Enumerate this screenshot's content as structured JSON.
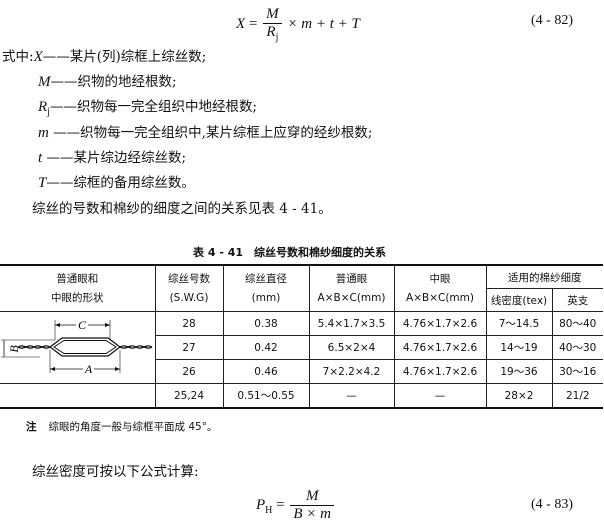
{
  "formula1": {
    "lhs": "X",
    "eq": "=",
    "num": "M",
    "den": "R",
    "den_sub": "j",
    "rest": "× m + t + T",
    "number": "(4 - 82)"
  },
  "definitions": {
    "intro": "式中:",
    "items": [
      {
        "sym": "X",
        "dash": "——",
        "text": "某片(列)综框上综丝数;"
      },
      {
        "sym": "M",
        "dash": "——",
        "text": "织物的地经根数;"
      },
      {
        "sym": "R",
        "sub": "j",
        "dash": "——",
        "text": "织物每一完全组织中地经根数;"
      },
      {
        "sym": "m",
        "dash": " ——",
        "text": "织物每一完全组织中,某片综框上应穿的经纱根数;"
      },
      {
        "sym": "t",
        "dash": " ——",
        "text": "某片综边经综丝数;"
      },
      {
        "sym": "T",
        "dash": "——",
        "text": "综框的备用综丝数。"
      }
    ]
  },
  "para1": "综丝的号数和棉纱的细度之间的关系见表 4 - 41。",
  "table": {
    "caption": "表 4 - 41　综丝号数和棉纱细度的关系",
    "headers": {
      "eye_shape": [
        "普通眼和",
        "中眼的形状"
      ],
      "gauge": [
        "综丝号数",
        "(S.W.G)"
      ],
      "diameter": [
        "综丝直径",
        "(mm)"
      ],
      "normal_eye": [
        "普通眼",
        "A×B×C(mm)"
      ],
      "mid_eye": [
        "中眼",
        "A×B×C(mm)"
      ],
      "fitting": "适用的棉纱细度",
      "linear_density": "线密度(tex)",
      "english_count": "英支"
    },
    "diagram_labels": {
      "c": "C",
      "b": "B",
      "a": "A"
    },
    "rows": [
      {
        "gauge": "28",
        "diameter": "0.38",
        "normal": "5.4×1.7×3.5",
        "mid": "4.76×1.7×2.6",
        "tex": "7～14.5",
        "count": "80～40"
      },
      {
        "gauge": "27",
        "diameter": "0.42",
        "normal": "6.5×2×4",
        "mid": "4.76×1.7×2.6",
        "tex": "14～19",
        "count": "40～30"
      },
      {
        "gauge": "26",
        "diameter": "0.46",
        "normal": "7×2.2×4.2",
        "mid": "4.76×1.7×2.6",
        "tex": "19～36",
        "count": "30～16"
      },
      {
        "gauge": "25,24",
        "diameter": "0.51～0.55",
        "normal": "—",
        "mid": "—",
        "tex": "28×2",
        "count": "21/2"
      }
    ]
  },
  "note": {
    "label": "注",
    "text": "综眼的角度一般与综框平面成 45°。"
  },
  "para2": "综丝密度可按以下公式计算:",
  "formula2": {
    "lhs": "P",
    "lhs_sub": "H",
    "eq": "=",
    "num": "M",
    "den": "B × m",
    "number": "(4 - 83)"
  }
}
